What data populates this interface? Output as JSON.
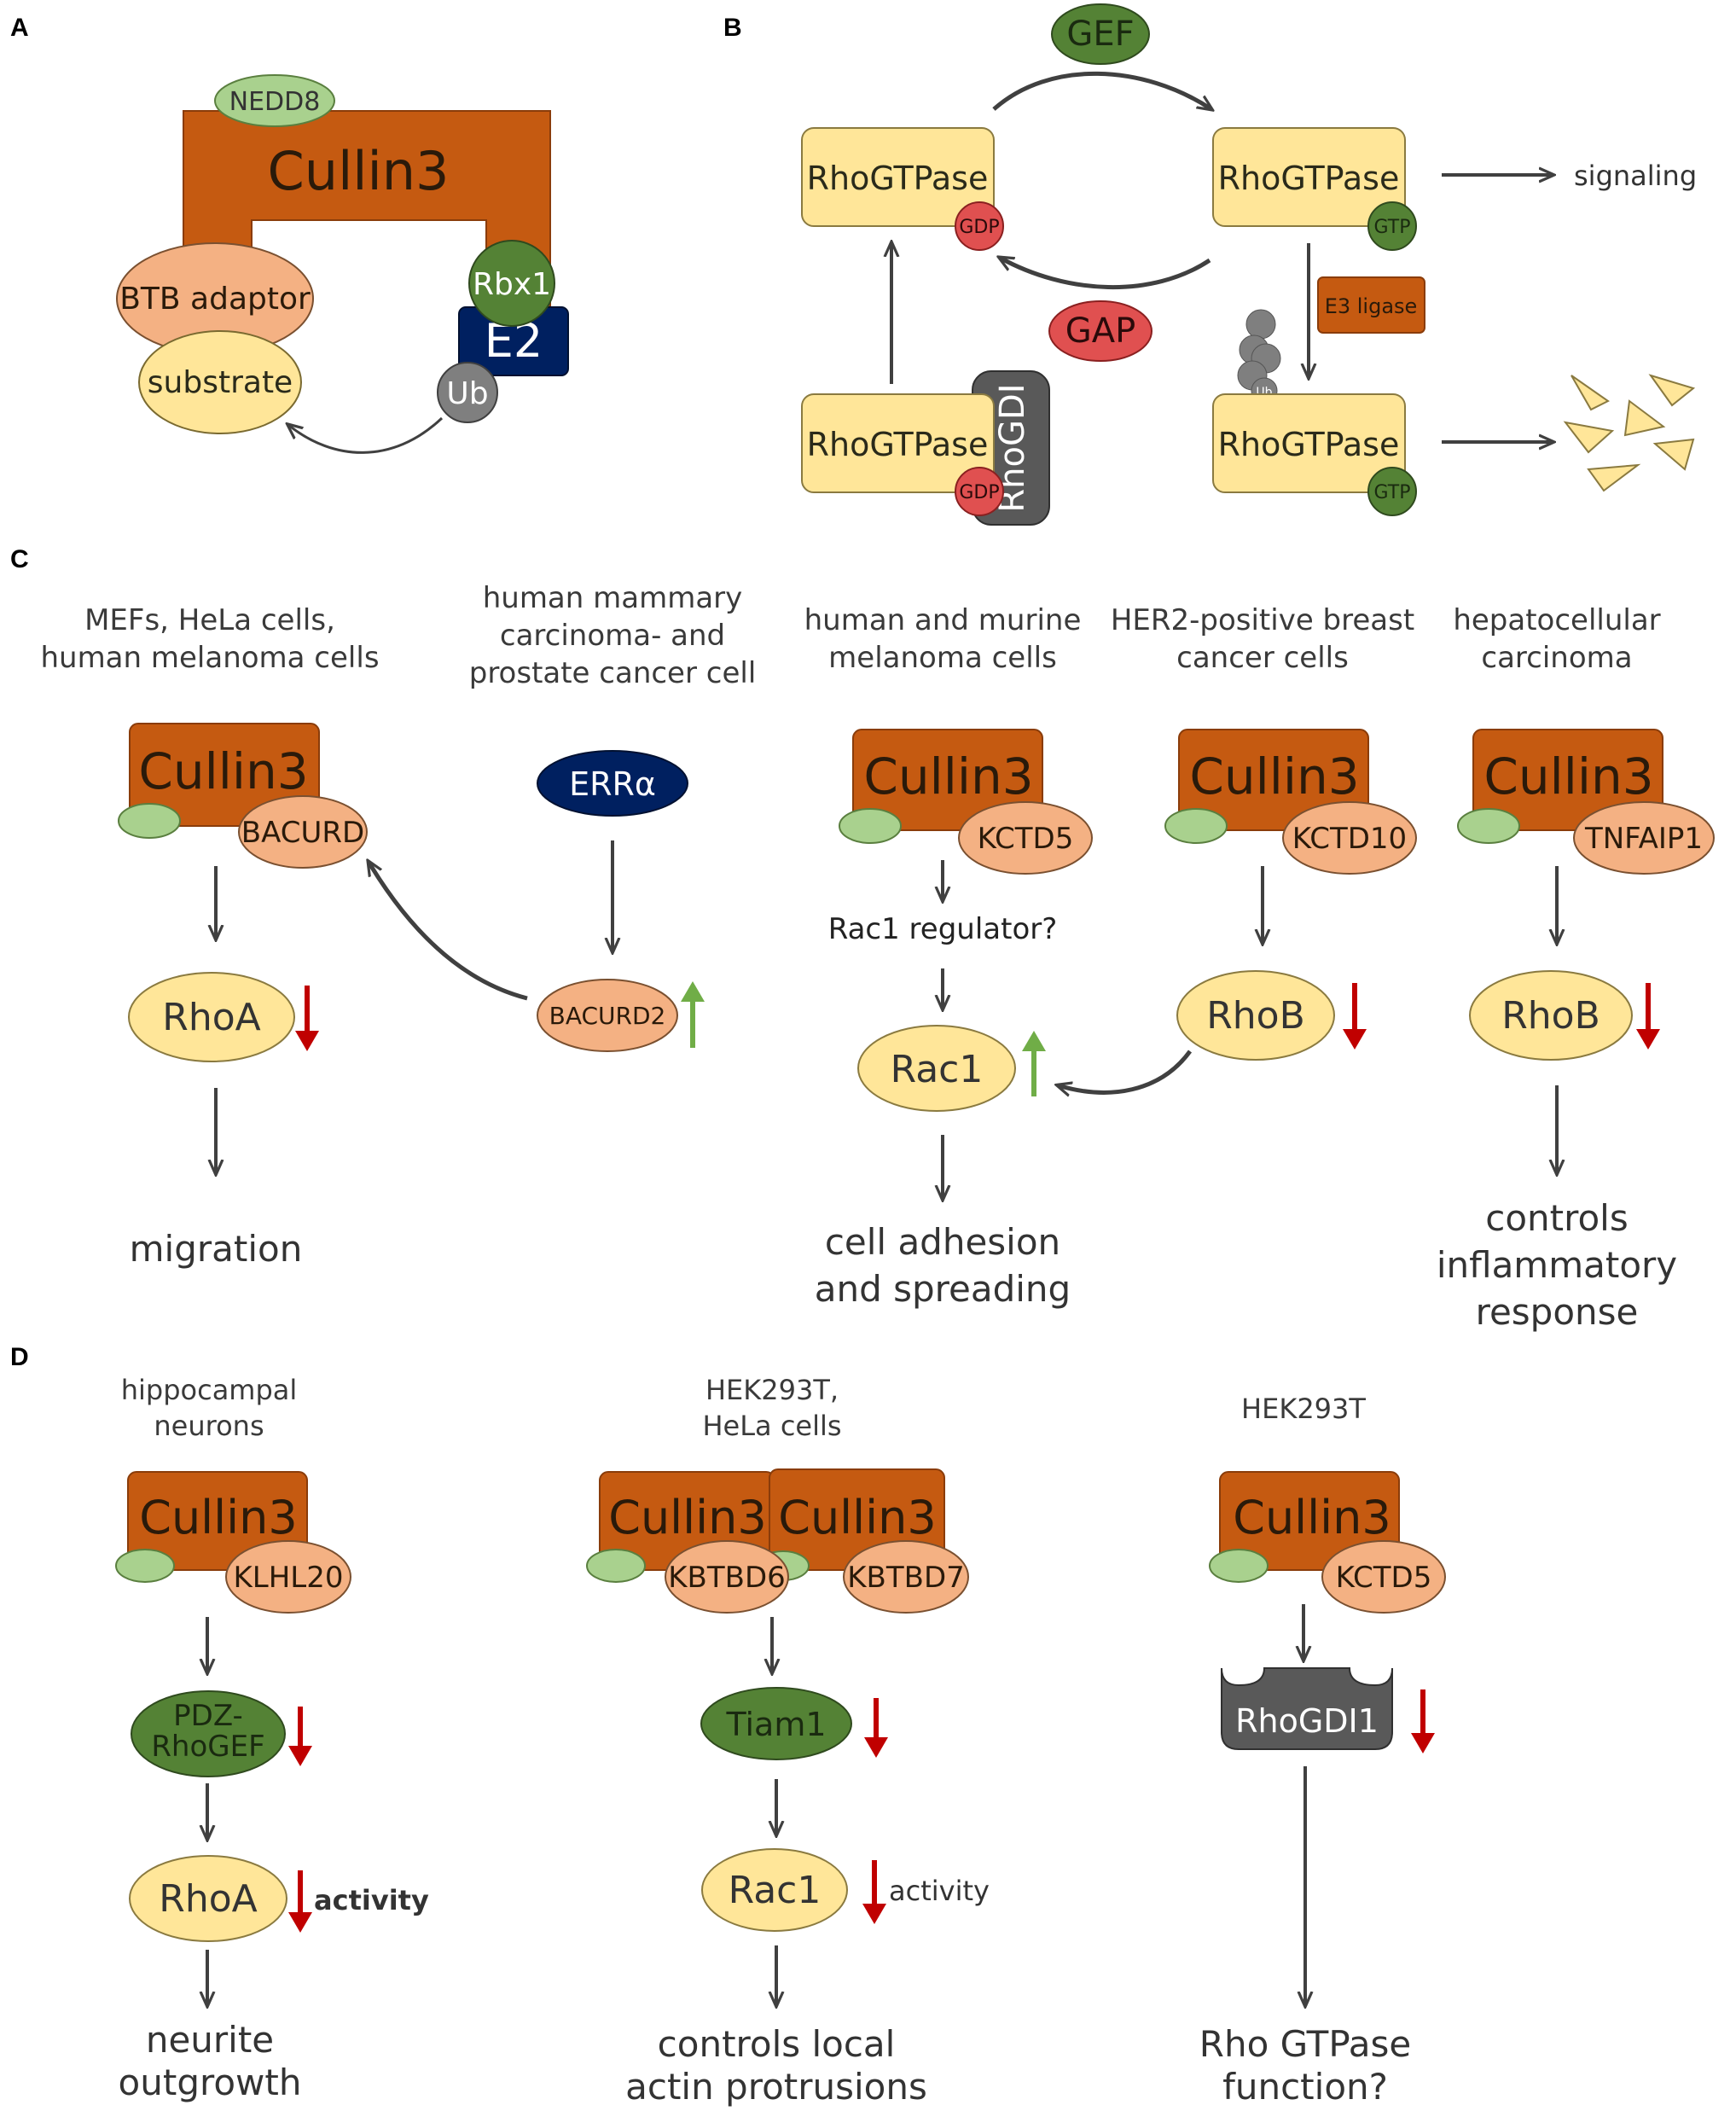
{
  "panels": {
    "a": "A",
    "b": "B",
    "c": "C",
    "d": "D"
  },
  "panel_a": {
    "nedd8": "NEDD8",
    "cullin3": "Cullin3",
    "btb": "BTB adaptor",
    "substrate": "substrate",
    "rbx1": "Rbx1",
    "e2": "E2",
    "ub": "Ub"
  },
  "panel_b": {
    "gef": "GEF",
    "gap": "GAP",
    "rhogtpase": "RhoGTPase",
    "gdp": "GDP",
    "gtp": "GTP",
    "signaling": "signaling",
    "e3": "E3 ligase",
    "rhogdi": "RhoGDI",
    "ub": "Ub"
  },
  "panel_c": {
    "col1": {
      "context_line1": "MEFs, HeLa cells,",
      "context_line2": "human melanoma cells",
      "cullin": "Cullin3",
      "adaptor": "BACURD",
      "target": "RhoA",
      "outcome": "migration"
    },
    "col2": {
      "context_line1": "human mammary",
      "context_line2": "carcinoma- and",
      "context_line3": "prostate cancer cell",
      "regulator": "ERRα",
      "adaptor": "BACURD2"
    },
    "col3": {
      "context_line1": "human and murine",
      "context_line2": "melanoma cells",
      "cullin": "Cullin3",
      "adaptor": "KCTD5",
      "intermediate": "Rac1 regulator?",
      "target": "Rac1",
      "outcome_line1": "cell adhesion",
      "outcome_line2": "and spreading"
    },
    "col4": {
      "context_line1": "HER2-positive breast",
      "context_line2": "cancer cells",
      "cullin": "Cullin3",
      "adaptor": "KCTD10",
      "target": "RhoB"
    },
    "col5": {
      "context_line1": "hepatocellular",
      "context_line2": "carcinoma",
      "cullin": "Cullin3",
      "adaptor": "TNFAIP1",
      "target": "RhoB",
      "outcome_line1": "controls",
      "outcome_line2": "inflammatory",
      "outcome_line3": "response"
    }
  },
  "panel_d": {
    "col1": {
      "context_line1": "hippocampal",
      "context_line2": "neurons",
      "cullin": "Cullin3",
      "adaptor": "KLHL20",
      "gef_line1": "PDZ-",
      "gef_line2": "RhoGEF",
      "target": "RhoA",
      "activity": "activity",
      "outcome_line1": "neurite",
      "outcome_line2": "outgrowth"
    },
    "col2": {
      "context_line1": "HEK293T,",
      "context_line2": "HeLa cells",
      "cullin_a": "Cullin3",
      "cullin_b": "Cullin3",
      "adaptor_a": "KBTBD6",
      "adaptor_b": "KBTBD7",
      "gef": "Tiam1",
      "target": "Rac1",
      "activity": "activity",
      "outcome_line1": "controls local",
      "outcome_line2": "actin protrusions"
    },
    "col3": {
      "context_line1": "HEK293T",
      "cullin": "Cullin3",
      "adaptor": "KCTD5",
      "target": "RhoGDI1",
      "outcome_line1": "Rho GTPase",
      "outcome_line2": "function?"
    }
  },
  "colors": {
    "cullin": "#c55a11",
    "adaptor": "#f4b183",
    "substrate": "#ffe699",
    "nedd8": "#a9d18e",
    "rbx1": "#548235",
    "e2": "#002060",
    "gap": "#e05050",
    "ub": "#7f7f7f",
    "down_arrow": "#c00000",
    "up_arrow": "#70ad47",
    "rhogdi": "#595959"
  }
}
